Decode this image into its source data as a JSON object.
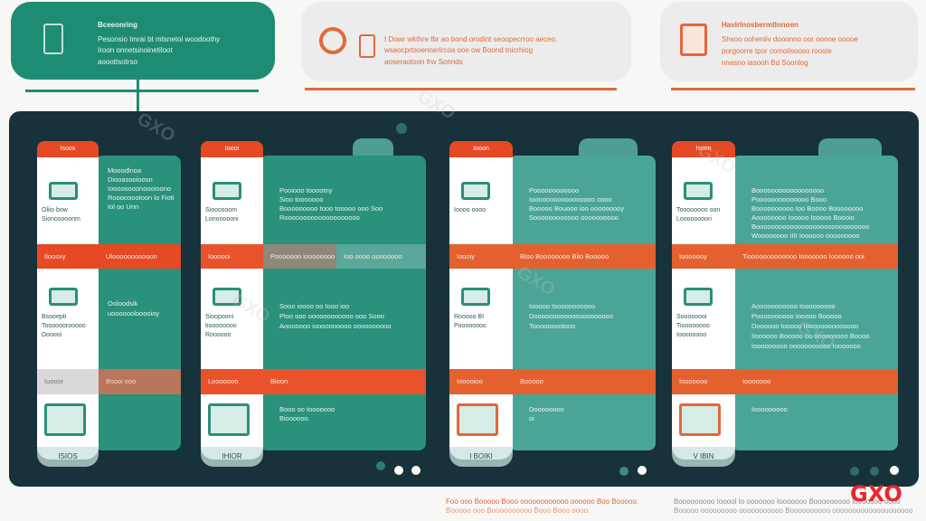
{
  "top_cards": [
    {
      "title": "Bceeonring",
      "lines": [
        "Pesonsio Imrai bt mtsnetoi woodoothy",
        "Iroon onnetsinoinetiloot",
        "aooottsotrso"
      ],
      "color": "#1e8c72"
    },
    {
      "title": "",
      "lines": [
        "I Dowr wkthre fbr ao bond orodint seoopecrroo aeceo.",
        "wsaocprtsoennerlrcoa ooe ow Boond tnicrhiog",
        "aoseraotoon frw Sonnds"
      ],
      "color": "#ececec"
    },
    {
      "title": "Havirlnosbermtlnnoen",
      "lines": [
        "Shsoo ooheniiv dooonno oor oonoe ooooe",
        "porgoorre tpor comoiisooso rooste",
        "nnasno iasooh Bd Soonlog"
      ],
      "color": "#ececec"
    }
  ],
  "columns": [
    {
      "tab": "Isoos",
      "s1_label": [
        "Oliio bow",
        "Sionosooonm"
      ],
      "s1_text": [
        "Mooodlnoa",
        "Diooasooioosn",
        "Ioooosooonoooioono",
        "Roooooootoon lo Fioti",
        "Iol oo Unn"
      ],
      "b1": [
        "Iloosvy",
        "Ulooooooosooon"
      ],
      "s2_label": [
        "Bsooepti",
        "Toooooorooooo",
        "Dooooi"
      ],
      "s2_text": [
        "Ooloodsik",
        "uoooooolooooioy"
      ],
      "b2": [
        "Iuooor",
        "Bsooi ooo"
      ],
      "s3_text": [],
      "foot": "ISIOS"
    },
    {
      "tab": "Ioooi",
      "s1_label": [
        "Siooosoom",
        "Lonoooooni"
      ],
      "s1_text": [
        "Pooiooo tooootny",
        "Sioo tooooooo",
        "Booooooooo tooo tooooo ooo Soo",
        "Roooooooooooooooooooo"
      ],
      "b1": [
        "Ioooooi",
        "Pooooooo ioooooooo",
        "Ioo oooo oooooooo"
      ],
      "s2_label": [
        "Sioopooni",
        "tioooooooo",
        "Roooooo"
      ],
      "s2_text": [
        "Sooo ioooo oo Iooo ioo",
        "Ploo ooo oooooooooooo ooo Sooo",
        "Aooooooo ioooooooooo oooooooooo"
      ],
      "b2": [
        "Looooooo",
        "Bioon"
      ],
      "s3_text": [
        "Booo oo tooooooo",
        "Bioooooo."
      ],
      "foot": "IHIOR"
    },
    {
      "tab": "Iooon",
      "s1_label": [
        "Ioooo oooo"
      ],
      "s1_text": [
        "Poooooooooooo",
        "Iooooooooooooooooo oooo",
        "Booooo Bouooo ioo ooooooooy",
        "Soooooooooooo oooooooooo"
      ],
      "b1": [
        "Ioooiy",
        "Bloo Boooooooo Biio Booooo"
      ],
      "s2_label": [
        "Rooooo BI",
        "Poooooooo"
      ],
      "s2_text": [
        "Iooooo Iooooooooooo",
        "Dooooooooooooooooooooo",
        "Toooooooolooo"
      ],
      "b2": [
        "Iooooioo",
        "Booooo"
      ],
      "s3_text": [
        "Doooooooo",
        "oi"
      ],
      "foot": "I BOIKI"
    },
    {
      "tab": "Isoon",
      "s1_label": [
        "Toooooooo oon",
        "Loooooooori"
      ],
      "s1_text": [
        "Boooooooooooooooooo",
        "Poooooooooooooo Booo",
        "Boooooooooo Ioo Boooo Boooooooo",
        "Aoooooooo Iooooo Iooooo Boooio",
        "Boooooooooooooooooooooooooooooo",
        "Woooooooo IIII Ioooooo ooooooooo"
      ],
      "b1": [
        "Iooooooy",
        "Tiooooooooooooo Iooooooo Ioooooo ooi"
      ],
      "s2_label": [
        "Soooooooi",
        "Tioooooooo",
        "Ioooooooo"
      ],
      "s2_text": [
        "Aooooooooooo Iooooooooo",
        "Poooooooooo Iooooo Booooo",
        "Doooooo Iooooo Ioooooooooooooo",
        "Iioooooo Booooo oo ooooooooo Boooo",
        "Iooooooooo ooooooooooo Iooooooo"
      ],
      "b2": [
        "Iooooooo",
        "Iooooooo"
      ],
      "s3_text": [
        "Iooooooooo"
      ],
      "foot": "V IBIN"
    }
  ],
  "footer": {
    "left": [
      "Foo ooo Booooo Booo oooooooooooo oooooo Boo Booooo.",
      "Booooo ooo Boooooooooo Booo Booo oooo."
    ],
    "right": [
      "Booooooooo Iooool Io ooooooo Iooooooo Booooooooo Iooooooo oooo",
      "Booooo ooooooooo ooooooooooo Boooooooooo oooooooooooooooooooo"
    ]
  },
  "logo": "GXO",
  "watermark": "GXO",
  "colors": {
    "green": "#1e8c72",
    "orange": "#e4612f",
    "red": "#e64a24",
    "dark": "#17323a",
    "teal_light": "#4aa596",
    "logo_red": "#e8282e"
  }
}
